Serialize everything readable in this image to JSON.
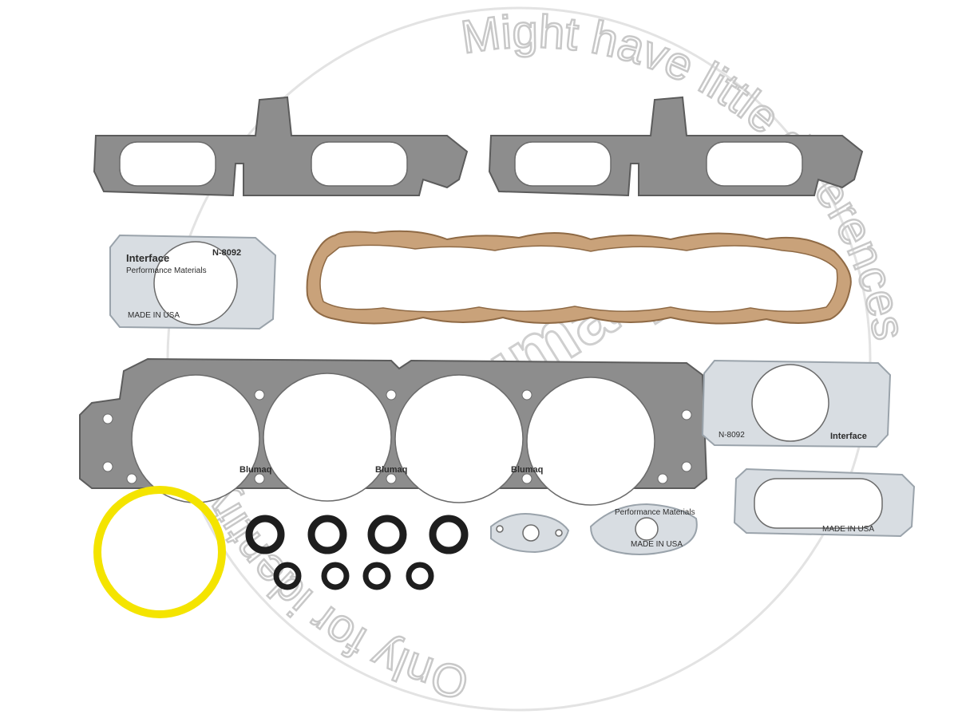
{
  "watermark": {
    "brand": "Blumaq",
    "top_text": "Might have little differences",
    "bottom_text": "Only for identify purposes."
  },
  "gasket_print": {
    "brand": "Interface",
    "line1": "Performance Materials",
    "code": "N-8092",
    "origin": "MADE IN USA"
  },
  "head_gasket_print": "Blumaq",
  "colors": {
    "steel": "#8d8d8d",
    "cork": "#c9a27a",
    "paper": "#d8dde2",
    "oring_black": "#1e1e1e",
    "oring_yellow": "#f4e400",
    "watermark": "#c8c8c8"
  }
}
